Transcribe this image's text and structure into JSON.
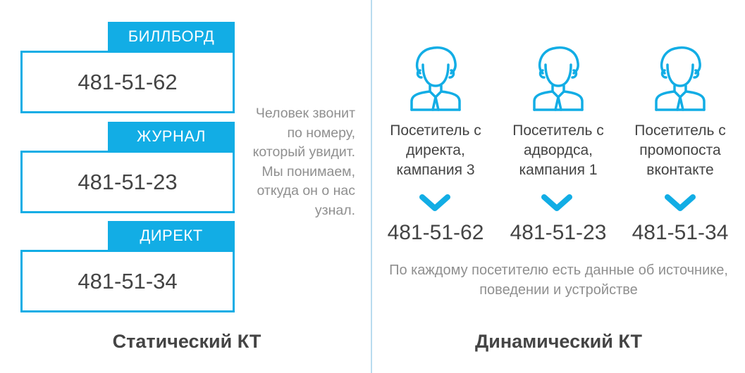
{
  "static": {
    "title": "Статический КТ",
    "sources": [
      {
        "label": "БИЛЛБОРД",
        "phone": "481-51-62"
      },
      {
        "label": "ЖУРНАЛ",
        "phone": "481-51-23"
      },
      {
        "label": "ДИРЕКТ",
        "phone": "481-51-34"
      }
    ],
    "note": "Человек звонит по номеру, который увидит. Мы понимаем, откуда он о нас узнал."
  },
  "dynamic": {
    "title": "Динамический КТ",
    "visitors": [
      {
        "label": "Посетитель с директа, кампания 3",
        "phone": "481-51-62"
      },
      {
        "label": "Посетитель с адвордса, кампания 1",
        "phone": "481-51-23"
      },
      {
        "label": "Посетитель с промопоста вконтакте",
        "phone": "481-51-34"
      }
    ],
    "footnote": "По каждому посетителю есть данные об источнике, поведении и устройстве"
  },
  "colors": {
    "accent": "#12ade5",
    "divider": "#b9dcef",
    "text": "#444444",
    "muted": "#8f8f8f"
  },
  "icons": {
    "visitor": "person-icon",
    "arrow": "chevron-down-icon"
  }
}
